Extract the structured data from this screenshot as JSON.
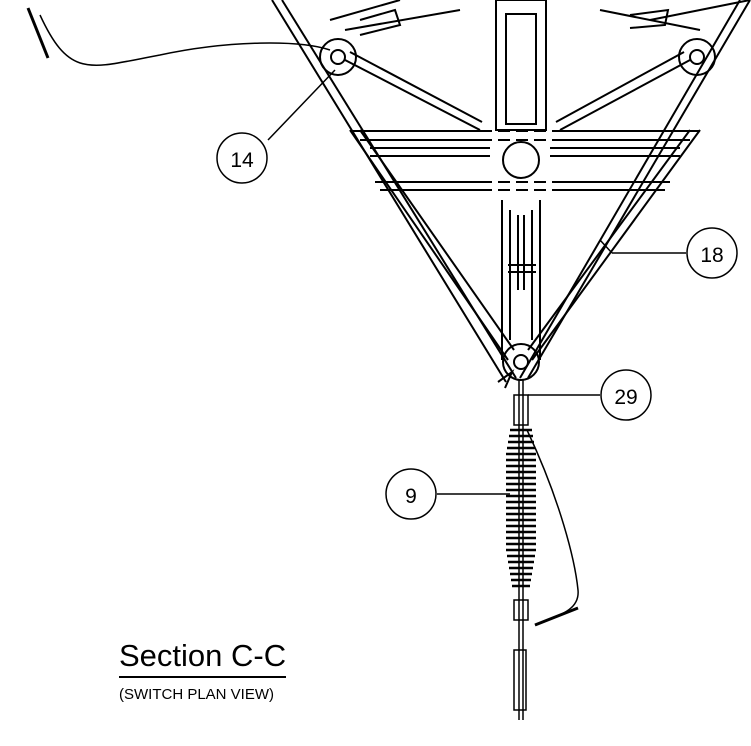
{
  "drawing": {
    "title": "Section C-C",
    "subtitle": "(SWITCH PLAN VIEW)",
    "callouts": [
      {
        "id": "callout-14",
        "label": "14"
      },
      {
        "id": "callout-18",
        "label": "18"
      },
      {
        "id": "callout-29",
        "label": "29"
      },
      {
        "id": "callout-9",
        "label": "9"
      }
    ]
  }
}
